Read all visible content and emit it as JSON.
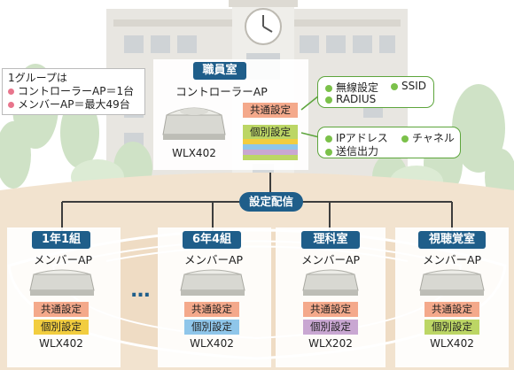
{
  "note": {
    "heading": "1グループは",
    "line1": "コントローラーAP＝1台",
    "line2": "メンバーAP＝最大49台"
  },
  "controller": {
    "room": "職員室",
    "role": "コントローラーAP",
    "model": "WLX402",
    "common": "共通設定",
    "individual": "個別設定"
  },
  "common_callout": {
    "items": [
      "無線設定",
      "SSID",
      "RADIUS"
    ]
  },
  "individual_callout": {
    "items": [
      "IPアドレス",
      "チャネル",
      "送信出力"
    ]
  },
  "distribution_label": "設定配信",
  "ellipsis": "…",
  "members": [
    {
      "room": "1年1組",
      "role": "メンバーAP",
      "common": "共通設定",
      "individual": "個別設定",
      "model": "WLX402"
    },
    {
      "room": "6年4組",
      "role": "メンバーAP",
      "common": "共通設定",
      "individual": "個別設定",
      "model": "WLX402"
    },
    {
      "room": "理科室",
      "role": "メンバーAP",
      "common": "共通設定",
      "individual": "個別設定",
      "model": "WLX202"
    },
    {
      "room": "視聴覚室",
      "role": "メンバーAP",
      "common": "共通設定",
      "individual": "個別設定",
      "model": "WLX402"
    }
  ],
  "colors": {
    "header_blue": "#1f5e8a",
    "common": "#f4a98b",
    "ind_yellow": "#f2cd3f",
    "ind_blue": "#8fc6ea",
    "ind_purple": "#c9a7d2",
    "ind_green": "#bcd665",
    "callout_green": "#5da53c"
  }
}
